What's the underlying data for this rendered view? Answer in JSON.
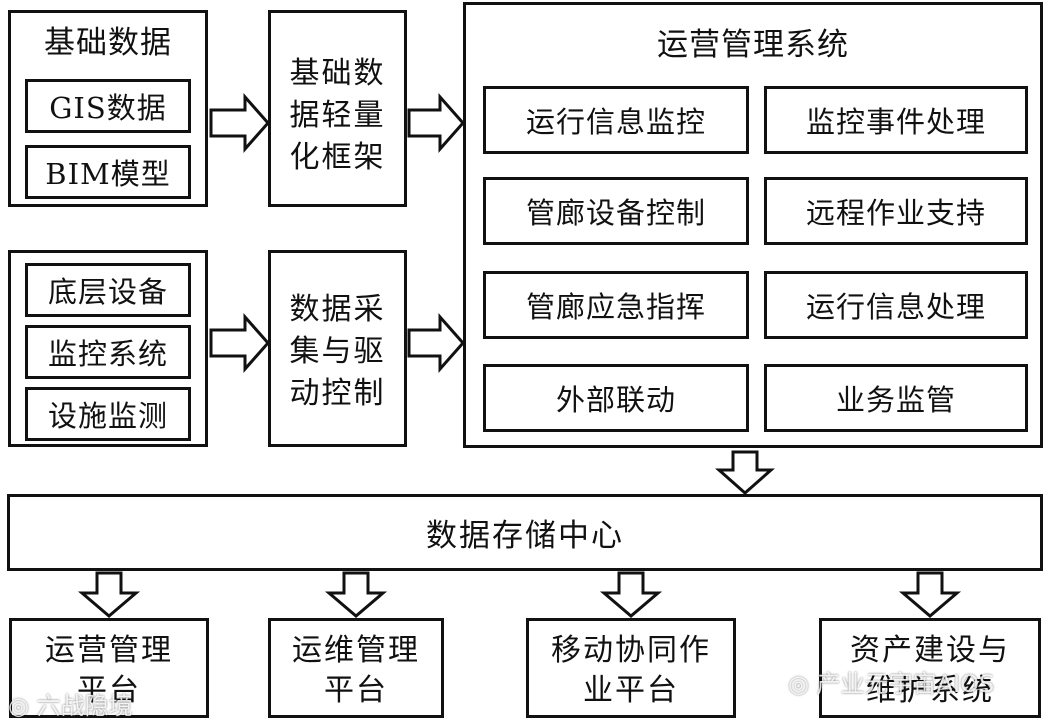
{
  "basic_data": {
    "title": "基础数据",
    "items": [
      "GIS数据",
      "BIM模型"
    ]
  },
  "devices_group": {
    "items": [
      "底层设备",
      "监控系统",
      "设施监测"
    ]
  },
  "lightweight_framework": {
    "lines": [
      "基础数",
      "据轻量",
      "化框架"
    ]
  },
  "acquisition_control": {
    "lines": [
      "数据采",
      "集与驱",
      "动控制"
    ]
  },
  "operation_system": {
    "title": "运营管理系统",
    "modules": [
      "运行信息监控",
      "监控事件处理",
      "管廊设备控制",
      "远程作业支持",
      "管廊应急指挥",
      "运行信息处理",
      "外部联动",
      "业务监管"
    ]
  },
  "data_center": {
    "title": "数据存储中心"
  },
  "platforms": [
    "运营管理\n平台",
    "运维管理\n平台",
    "移动协同作\n业平台",
    "资产建设与\n维护系统"
  ],
  "watermarks": {
    "left": "六战隐境",
    "right": "产业元宇宙AIOS"
  }
}
